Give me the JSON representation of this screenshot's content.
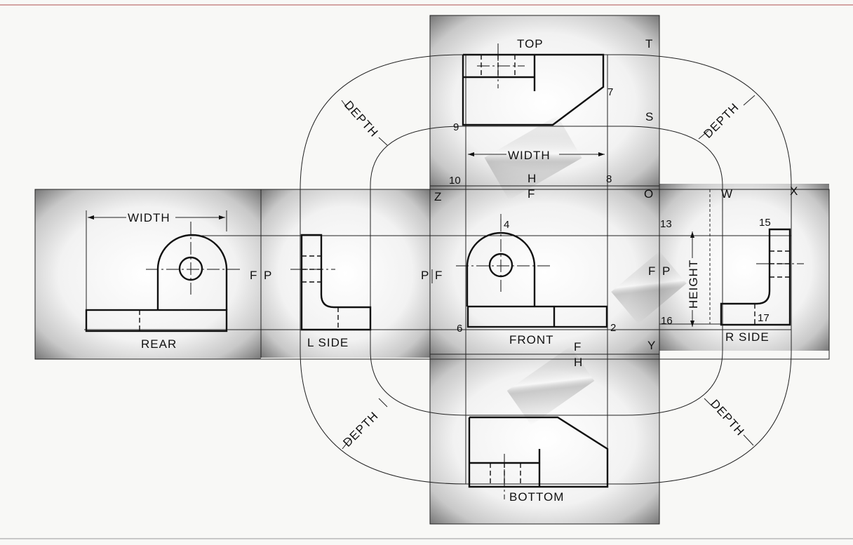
{
  "views": {
    "top": "TOP",
    "bottom": "BOTTOM",
    "front": "FRONT",
    "rear": "REAR",
    "left_side": "L SIDE",
    "right_side": "R SIDE"
  },
  "dimensions": {
    "width_top": "WIDTH",
    "width_rear": "WIDTH",
    "height": "HEIGHT",
    "depth_tl": "DEPTH",
    "depth_tr": "DEPTH",
    "depth_bl": "DEPTH",
    "depth_br": "DEPTH"
  },
  "hinge_letters": {
    "h_top": "H",
    "f_top": "F",
    "f_bottom": "F",
    "h_bottom": "H",
    "p_left": "P",
    "f_left": "F",
    "f_right": "F",
    "p_right": "P",
    "f_rear": "F",
    "p_rear": "P"
  },
  "corner_letters": {
    "t": "T",
    "s": "S",
    "o": "O",
    "w": "W",
    "x": "X",
    "z": "Z",
    "y": "Y"
  },
  "point_numbers": {
    "n2": "2",
    "n4": "4",
    "n6": "6",
    "n7": "7",
    "n8": "8",
    "n9": "9",
    "n10": "10",
    "n13": "13",
    "n15": "15",
    "n16": "16",
    "n17": "17"
  },
  "colors": {
    "paper": "#f8f8f6",
    "panel_shade": "#8a8a8a",
    "ink": "#111111"
  }
}
